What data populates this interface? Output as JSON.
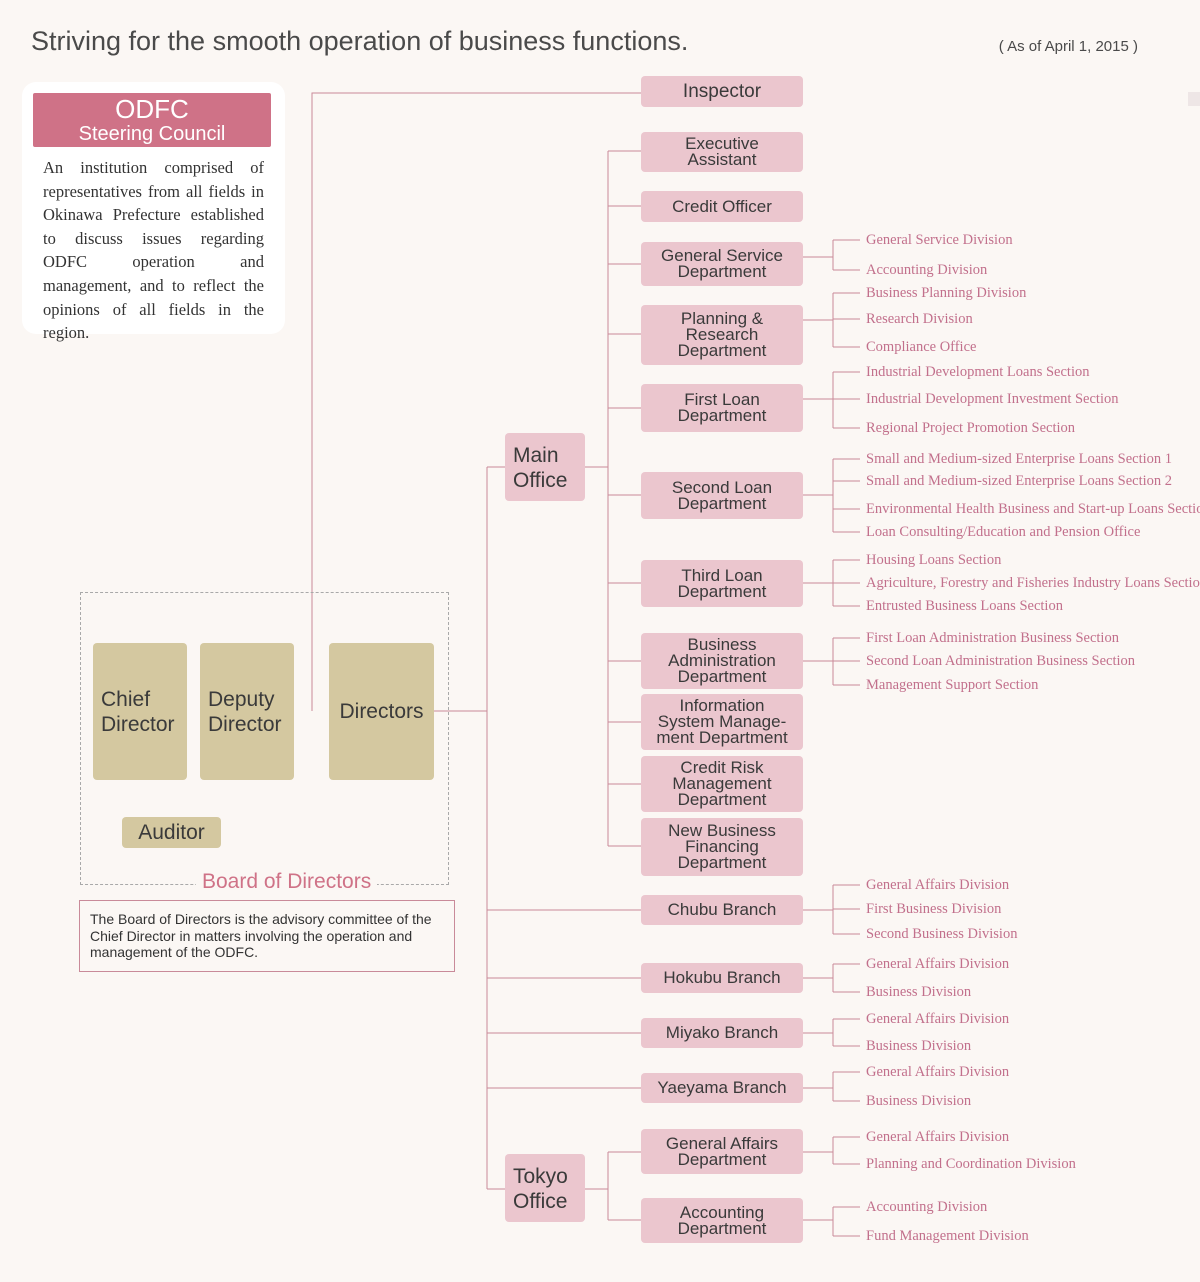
{
  "header": {
    "title": "Striving for the smooth operation of business functions.",
    "as_of": "( As of April 1, 2015 )"
  },
  "council": {
    "title_line1": "ODFC",
    "title_line2": "Steering Council",
    "description": "An institution comprised of representatives from all fields in Okinawa Prefecture established to discuss issues regarding ODFC operation and management, and to reflect the opinions of all fields in the region."
  },
  "board": {
    "chief_director": "Chief\nDirector",
    "deputy_director": "Deputy\nDirector",
    "directors": "Directors",
    "auditor": "Auditor",
    "title": "Board of Directors",
    "description": "The Board of Directors is the advisory committee of the Chief Director in matters involving the operation and management of the ODFC."
  },
  "inspector": "Inspector",
  "main_office": "Main\nOffice",
  "tokyo_office": "Tokyo\nOffice",
  "departments": [
    {
      "label": "Executive\nAssistant",
      "divisions": []
    },
    {
      "label": "Credit Officer",
      "divisions": []
    },
    {
      "label": "General Service\nDepartment",
      "divisions": [
        "General Service Division",
        "Accounting Division"
      ]
    },
    {
      "label": "Planning &\nResearch\nDepartment",
      "divisions": [
        "Business Planning Division",
        "Research Division",
        "Compliance Office"
      ]
    },
    {
      "label": "First Loan\nDepartment",
      "divisions": [
        "Industrial Development Loans Section",
        "Industrial Development Investment Section",
        "Regional Project Promotion Section"
      ]
    },
    {
      "label": "Second Loan\nDepartment",
      "divisions": [
        "Small and Medium-sized Enterprise Loans Section 1",
        "Small and Medium-sized Enterprise Loans Section 2",
        "Environmental Health Business and Start-up Loans Section",
        "Loan Consulting/Education and Pension Office"
      ]
    },
    {
      "label": "Third Loan\nDepartment",
      "divisions": [
        "Housing Loans Section",
        "Agriculture, Forestry and Fisheries Industry Loans Section",
        "Entrusted Business Loans Section"
      ]
    },
    {
      "label": "Business\nAdministration\nDepartment",
      "divisions": [
        "First Loan Administration Business Section",
        "Second Loan Administration Business Section",
        "Management Support Section"
      ]
    },
    {
      "label": "Information\nSystem Manage-\nment Department",
      "divisions": []
    },
    {
      "label": "Credit Risk\nManagement\nDepartment",
      "divisions": []
    },
    {
      "label": "New Business\nFinancing\nDepartment",
      "divisions": []
    }
  ],
  "branches": [
    {
      "label": "Chubu Branch",
      "divisions": [
        "General Affairs Division",
        "First Business Division",
        "Second Business Division"
      ]
    },
    {
      "label": "Hokubu Branch",
      "divisions": [
        "General Affairs Division",
        "Business Division"
      ]
    },
    {
      "label": "Miyako Branch",
      "divisions": [
        "General Affairs Division",
        "Business Division"
      ]
    },
    {
      "label": "Yaeyama Branch",
      "divisions": [
        "General Affairs Division",
        "Business Division"
      ]
    }
  ],
  "tokyo_departments": [
    {
      "label": "General Affairs\nDepartment",
      "divisions": [
        "General Affairs Division",
        "Planning and Coordination Division"
      ]
    },
    {
      "label": "Accounting\nDepartment",
      "divisions": [
        "Accounting Division",
        "Fund Management Division"
      ]
    }
  ],
  "colors": {
    "pink_box": "#ebc6ce",
    "council_header": "#cf7287",
    "tan_box": "#d4c8a0",
    "division_text": "#c2708c",
    "line": "#c98a99"
  }
}
